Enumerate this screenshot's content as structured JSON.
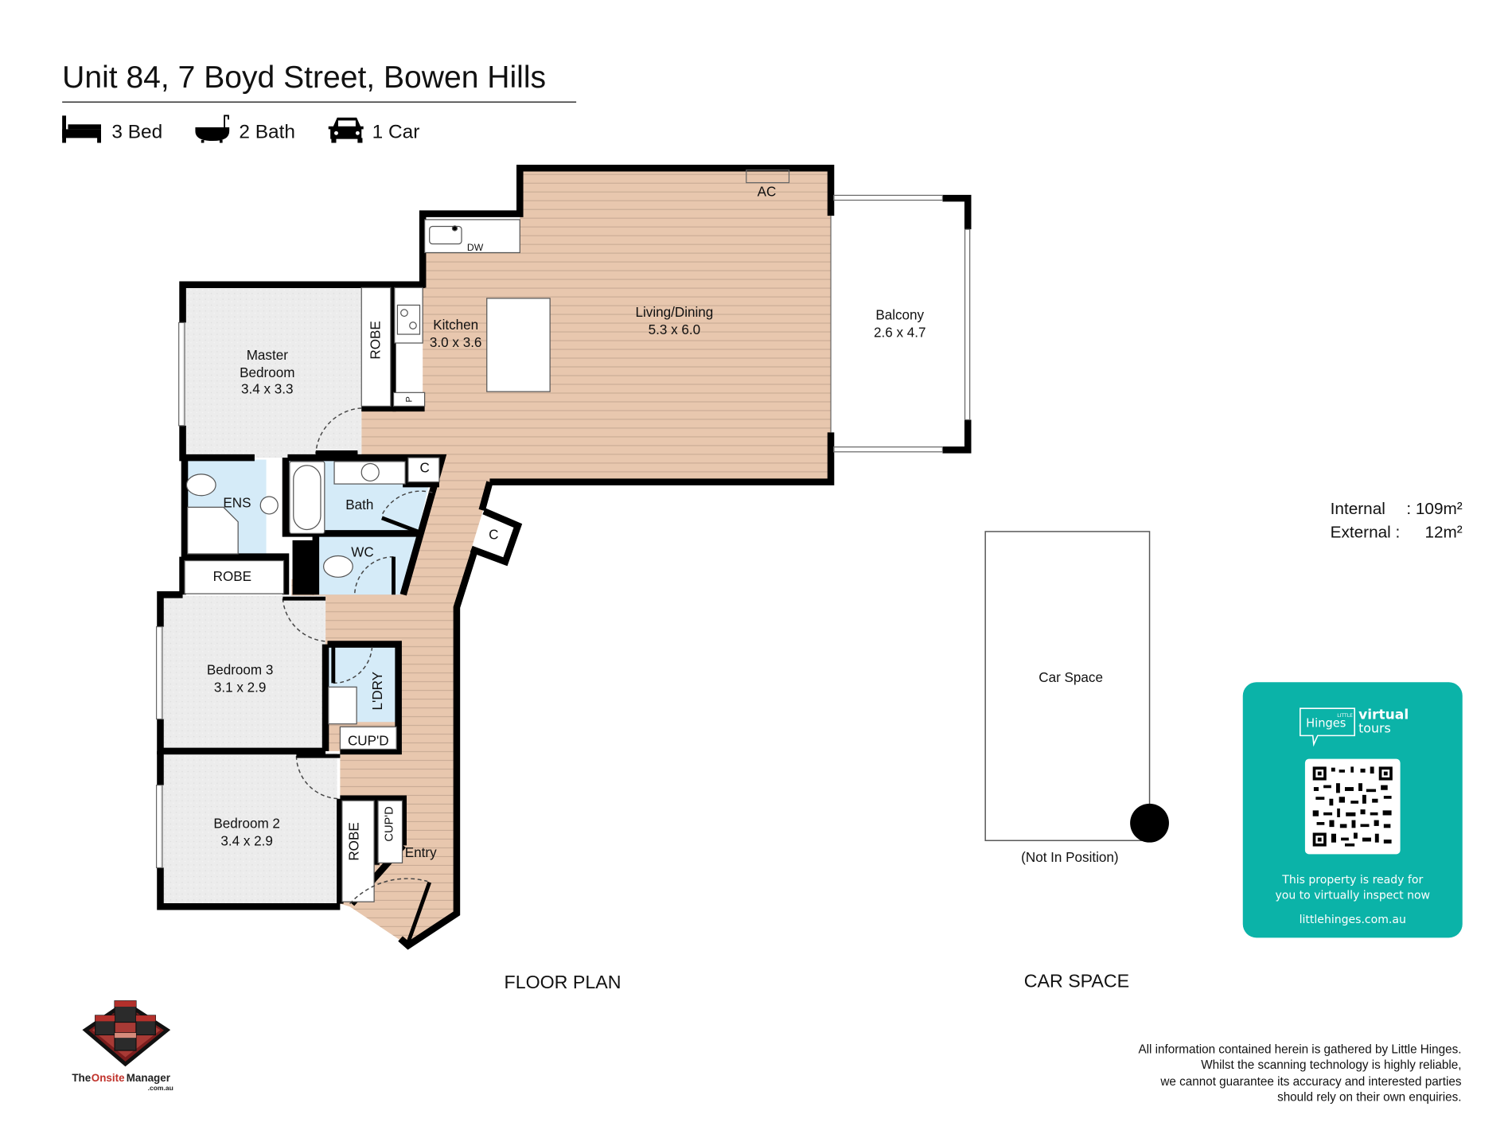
{
  "header": {
    "title": "Unit 84, 7 Boyd Street, Bowen Hills",
    "features": [
      {
        "icon": "bed-icon",
        "label": "3 Bed"
      },
      {
        "icon": "bath-icon",
        "label": "2 Bath"
      },
      {
        "icon": "car-icon",
        "label": "1 Car"
      }
    ]
  },
  "rooms": {
    "master": {
      "name_line1": "Master",
      "name_line2": "Bedroom",
      "dims": "3.4 x 3.3"
    },
    "kitchen": {
      "name": "Kitchen",
      "dims": "3.0 x 3.6"
    },
    "living": {
      "name": "Living/Dining",
      "dims": "5.3 x 6.0"
    },
    "balcony": {
      "name": "Balcony",
      "dims": "2.6 x 4.7"
    },
    "bed3": {
      "name": "Bedroom 3",
      "dims": "3.1 x 2.9"
    },
    "bed2": {
      "name": "Bedroom 2",
      "dims": "3.4 x 2.9"
    },
    "ens": "ENS",
    "bath": "Bath",
    "wc": "WC",
    "laundry": "L'DRY",
    "entry": "Entry",
    "robe_master": "ROBE",
    "robe_ens": "ROBE",
    "robe_bed2": "ROBE",
    "cupd_laundry": "CUP'D",
    "cupd_entry": "CUP'D",
    "c1": "C",
    "c2": "C",
    "pantry": "P",
    "ac": "AC",
    "dw": "DW"
  },
  "car": {
    "label": "Car Space",
    "note": "(Not In Position)"
  },
  "sections": {
    "floor_plan": "FLOOR PLAN",
    "car_space": "CAR SPACE"
  },
  "areas": {
    "internal_label": "Internal",
    "internal_value": ": 109m²",
    "external_label": "External :",
    "external_value": "12m²"
  },
  "promo": {
    "brand_small": "LITTLE",
    "brand": "Hinges",
    "virtual": "virtual",
    "tours": "tours",
    "line1": "This property is ready for",
    "line2": "you to virtually inspect now",
    "url": "littlehinges.com.au",
    "bg_color": "#0bb3a8"
  },
  "logo": {
    "text_the": "The",
    "text_onsite": "Onsite",
    "text_manager": "Manager",
    "text_domain": ".com.au"
  },
  "disclaimer": [
    "All information contained herein is gathered by Little Hinges.",
    "Whilst the scanning technology is highly reliable,",
    "we cannot guarantee its accuracy and interested parties",
    "should rely on their own enquiries."
  ],
  "colors": {
    "timber": "#e8c7ae",
    "carpet": "#ededed",
    "wet": "#d5ebf8",
    "wall": "#000000"
  }
}
